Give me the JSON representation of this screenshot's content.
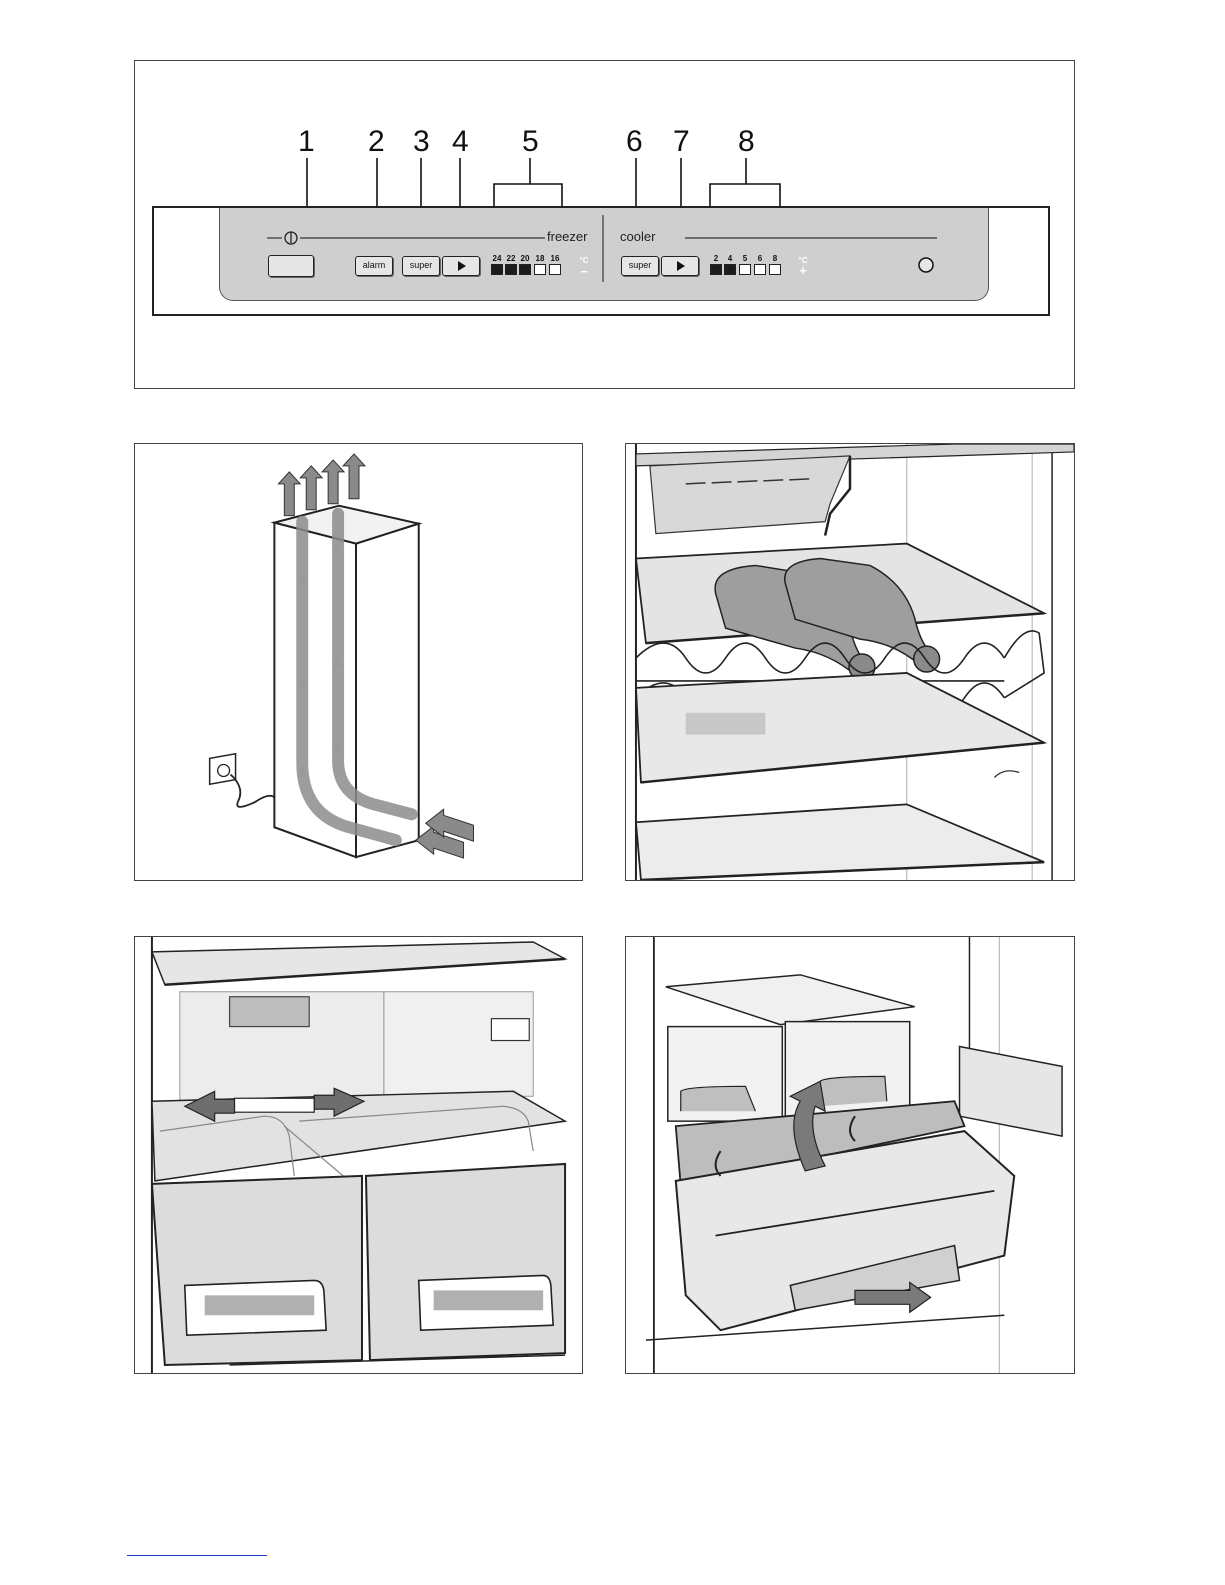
{
  "callouts": [
    "1",
    "2",
    "3",
    "4",
    "5",
    "6",
    "7",
    "8"
  ],
  "control_panel": {
    "power_symbol": "⏻",
    "freezer_label": "freezer",
    "cooler_label": "cooler",
    "alarm_label": "alarm",
    "super_freezer_label": "super",
    "super_cooler_label": "super",
    "freezer_temps": [
      "24",
      "22",
      "20",
      "18",
      "16"
    ],
    "freezer_lit": [
      true,
      true,
      true,
      false,
      false
    ],
    "freezer_unit": "°C",
    "freezer_sign": "−",
    "cooler_temps": [
      "2",
      "4",
      "5",
      "6",
      "8"
    ],
    "cooler_lit": [
      true,
      true,
      false,
      false,
      false
    ],
    "cooler_unit": "°C",
    "cooler_sign": "+"
  },
  "illustrations": [
    "airflow-ventilation-diagram",
    "wine-rack-shelf-diagram",
    "freezer-drawer-divider-diagram",
    "crisper-drawer-removal-diagram"
  ],
  "colors": {
    "panel_face": "#cfcfcf",
    "segment_on": "#1c1c1c",
    "arrow_grey": "#7a7a7a",
    "line_dark": "#222222"
  }
}
